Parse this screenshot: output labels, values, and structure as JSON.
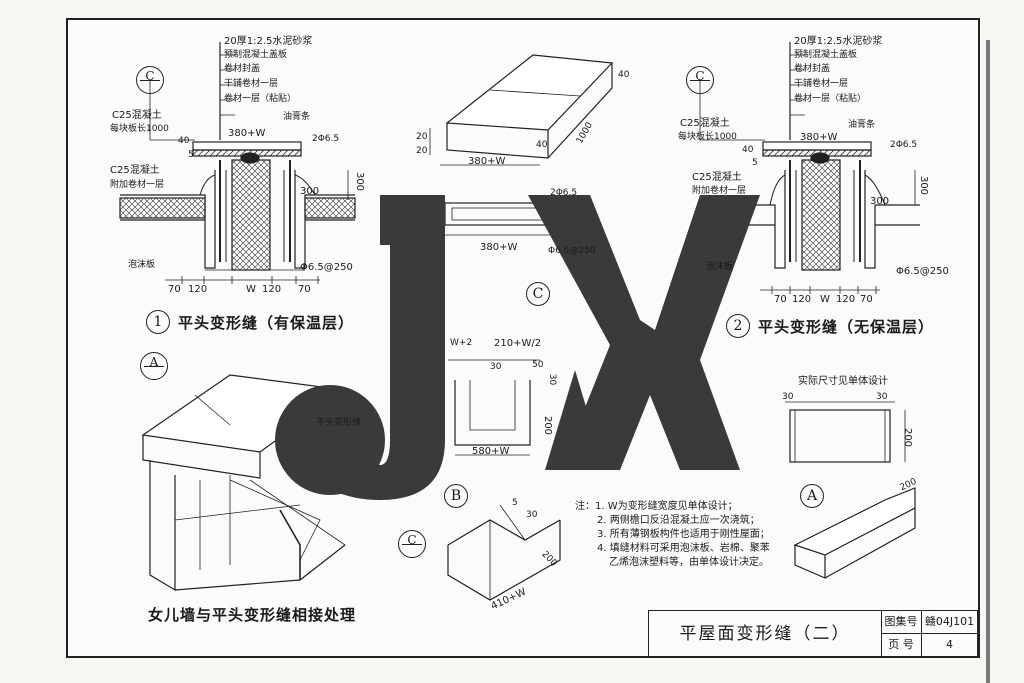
{
  "detail1": {
    "layers": [
      "20厚1:2.5水泥砂浆",
      "预制混凝土盖板",
      "卷材封盖",
      "干铺卷材一层",
      "卷材一层（粘贴）"
    ],
    "lbl_c25_slab": "C25混凝土",
    "lbl_slab_len": "每块板长1000",
    "lbl_c25_add": "C25混凝土",
    "lbl_add_roll": "附加卷材一层",
    "lbl_paste_strip": "油膏条",
    "lbl_width": "380+W",
    "lbl_bar_top": "2Φ6.5",
    "lbl_300a": "300",
    "lbl_300b": "300",
    "lbl_foam": "泡沫板",
    "lbl_rebar": "Φ6.5@250",
    "lbl_40": "40",
    "lbl_5": "5",
    "dims": [
      "70",
      "120",
      "W",
      "120",
      "70"
    ],
    "caption_num": "1",
    "caption": "平头变形缝（有保温层）",
    "tag": "C"
  },
  "detail2": {
    "layers": [
      "20厚1:2.5水泥砂浆",
      "预制混凝土盖板",
      "卷材封盖",
      "干铺卷材一层",
      "卷材一层（粘贴）"
    ],
    "lbl_c25_slab": "C25混凝土",
    "lbl_slab_len": "每块板长1000",
    "lbl_c25_add": "C25混凝土",
    "lbl_add_roll": "附加卷材一层",
    "lbl_paste_strip": "油膏条",
    "lbl_width": "380+W",
    "lbl_bar_top": "2Φ6.5",
    "lbl_300a": "300",
    "lbl_300b": "300",
    "lbl_foam": "泡沫板",
    "lbl_rebar": "Φ6.5@250",
    "lbl_40": "40",
    "lbl_5": "5",
    "dims": [
      "70",
      "120",
      "W",
      "120",
      "70"
    ],
    "caption_num": "2",
    "caption": "平头变形缝（无保温层）",
    "tag": "C"
  },
  "cover": {
    "d40": "40",
    "d1000": "1000",
    "d20a": "20",
    "d20b": "20",
    "d40b": "40",
    "dwidth": "380+W"
  },
  "plan": {
    "bar": "2Φ6.5",
    "width": "380+W",
    "rebar": "Φ6.5@250",
    "tag": "C"
  },
  "detailB": {
    "d1": "W+2",
    "d2": "210+W/2",
    "d3": "30",
    "d4": "50",
    "d5": "200",
    "d6": "580+W",
    "d7": "30",
    "tag": "B",
    "lbl_s": "5",
    "lbl_3": "30",
    "lbl_200": "200",
    "lbl_410": "410+W"
  },
  "detailA": {
    "note": "实际尺寸见单体设计",
    "d30a": "30",
    "d30b": "30",
    "d200": "200",
    "d200b": "200",
    "tag": "A"
  },
  "parapet": {
    "tag_a": "A",
    "tag_c": "C",
    "label": "平头变形缝",
    "caption": "女儿墙与平头变形缝相接处理"
  },
  "notes": [
    "注：1. W为变形缝宽度见单体设计；",
    "2. 两侧檐口反沿混凝土应一次浇筑；",
    "3. 所有薄钢板构件也适用于刚性屋面；",
    "4. 填缝材料可采用泡沫板、岩棉、聚苯",
    "乙烯泡沫塑料等，由单体设计决定。"
  ],
  "titleblock": {
    "title": "平屋面变形缝（二）",
    "k1": "图集号",
    "v1": "赣04J101",
    "k2": "页 号",
    "v2": "4"
  },
  "watermark": {
    "text": "JX",
    "color": "#3a3a3a"
  }
}
